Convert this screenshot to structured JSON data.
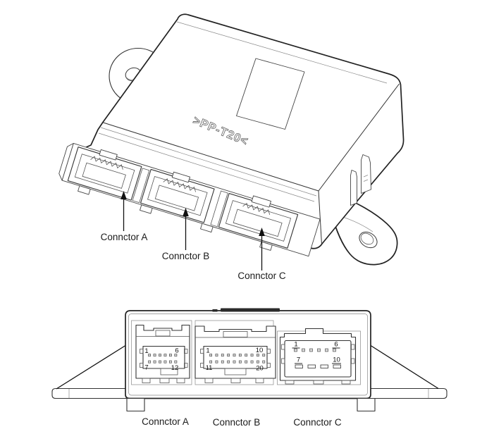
{
  "top_view": {
    "marking": ">PP-T20<",
    "connector_labels": {
      "a": "Connctor A",
      "b": "Connctor B",
      "c": "Connctor C"
    }
  },
  "front_view": {
    "connector_labels": {
      "a": "Connctor A",
      "b": "Connctor B",
      "c": "Connctor C"
    },
    "connectors": {
      "a": {
        "pin_tl": "1",
        "pin_tr": "6",
        "pin_bl": "7",
        "pin_br": "12",
        "grid": {
          "rows": 2,
          "cols": 6
        }
      },
      "b": {
        "pin_tl": "1",
        "pin_tr": "10",
        "pin_bl": "11",
        "pin_br": "20",
        "grid": {
          "rows": 2,
          "cols": 10
        }
      },
      "c": {
        "pin_tl": "1",
        "pin_tr": "6",
        "pin_bl": "7",
        "pin_br": "10",
        "grid_top": {
          "rows": 1,
          "cols": 6
        },
        "grid_bottom": {
          "rows": 1,
          "cols": 4
        }
      }
    }
  },
  "colors": {
    "line": "#1a1a1a",
    "detail": "#555555",
    "background": "#ffffff"
  }
}
